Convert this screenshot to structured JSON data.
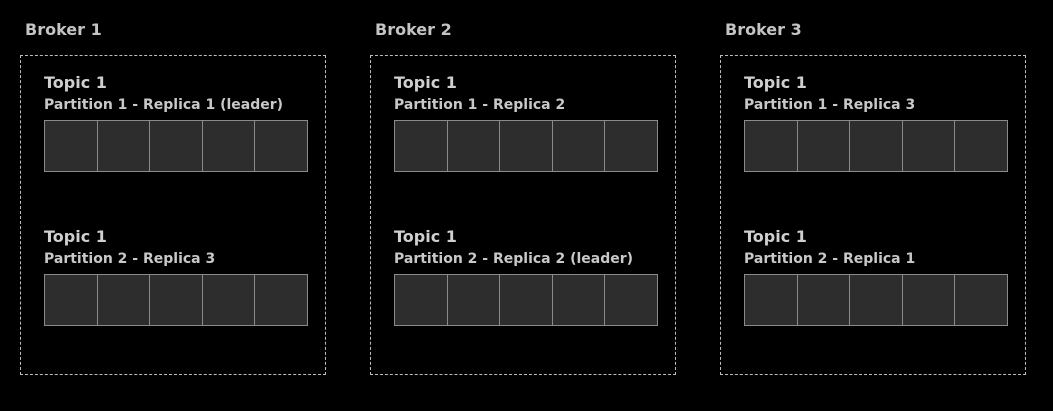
{
  "brokers": [
    {
      "title": "Broker 1",
      "partitions": [
        {
          "topic": "Topic 1",
          "replica": "Partition 1 - Replica 1 (leader)",
          "segment_count": 5
        },
        {
          "topic": "Topic 1",
          "replica": "Partition 2 - Replica 3",
          "segment_count": 5
        }
      ]
    },
    {
      "title": "Broker 2",
      "partitions": [
        {
          "topic": "Topic 1",
          "replica": "Partition 1 - Replica 2",
          "segment_count": 5
        },
        {
          "topic": "Topic 1",
          "replica": "Partition 2 - Replica 2 (leader)",
          "segment_count": 5
        }
      ]
    },
    {
      "title": "Broker 3",
      "partitions": [
        {
          "topic": "Topic 1",
          "replica": "Partition 1 - Replica 3",
          "segment_count": 5
        },
        {
          "topic": "Topic 1",
          "replica": "Partition 2 - Replica 1",
          "segment_count": 5
        }
      ]
    }
  ],
  "colors": {
    "background": "#000000",
    "segment_fill": "#2d2d2d",
    "segment_border": "#8a8a8a",
    "dashed_border": "#bdbdbd",
    "text": "#cfcfcf"
  }
}
